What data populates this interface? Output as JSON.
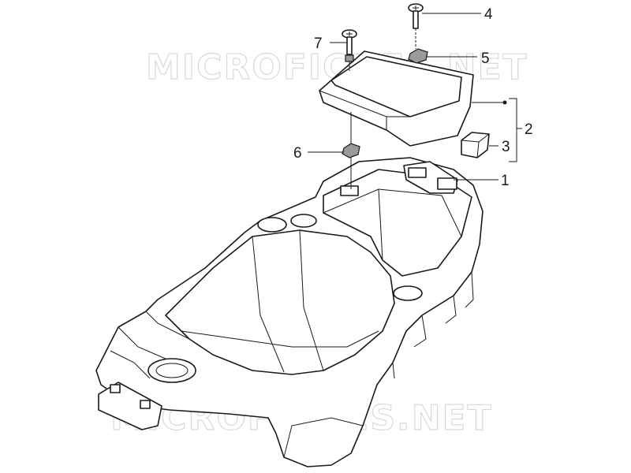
{
  "watermark": {
    "top": "MICROFICHES.NET",
    "bottom": "MICROFICHES.NET"
  },
  "callouts": {
    "c1": "1",
    "c2": "2",
    "c3": "3",
    "c4": "4",
    "c5": "5",
    "c6": "6",
    "c7": "7"
  }
}
